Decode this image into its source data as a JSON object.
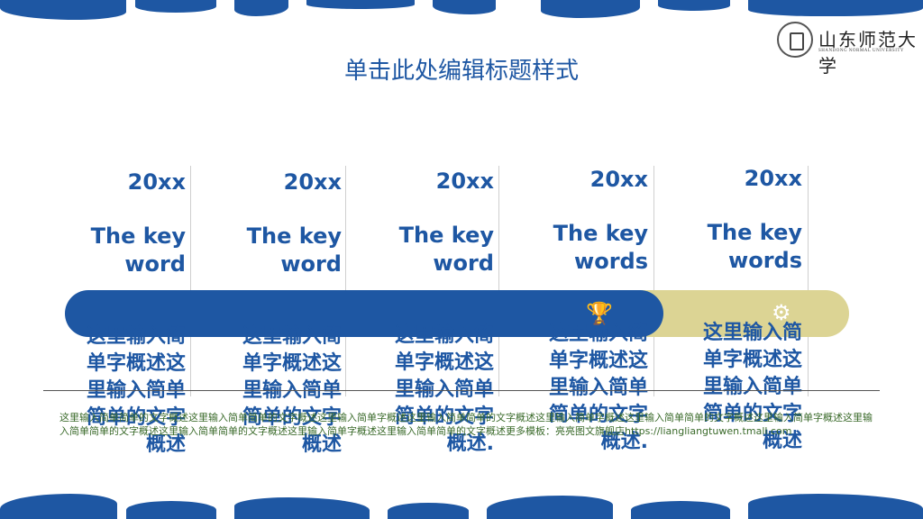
{
  "header": {
    "title": "单击此处编辑标题样式",
    "logo_cn": "山东师范大学",
    "logo_en": "SHANDONG NORMAL UNIVERSITY"
  },
  "timeline": [
    {
      "year": "20xx",
      "keyword": "The keyword",
      "desc": "这里输入简单字概述这里输入简单简单的文字概述"
    },
    {
      "year": "20xx",
      "keyword": "The keyword",
      "desc": "这里输入简单字概述这里输入简单简单的文字概述"
    },
    {
      "year": "20xx",
      "keyword": "The keyword",
      "desc": "这里输入简单字概述这里输入简单简单的文字概述."
    },
    {
      "year": "20xx",
      "keyword": "The keywords",
      "desc": "这里输入简单字概述这里输入简单简单的文字概述."
    },
    {
      "year": "20xx",
      "keyword": "The keywords",
      "desc": "这里输入简单字概述这里输入简单简单的文字概述"
    }
  ],
  "icons": {
    "trophy": "trophy-icon",
    "gear": "gear-icon"
  },
  "footer_text": "这里输入简单简单的文字概述这里输入简单简单的文字概述这里输入简单字概述这里输入简单简单的文字概述这里输入简单字概述这里输入简单简单的文字概述这里输入简单字概述这里输入简单简单的文字概述这里输入简单简单的文字概述这里输入简单字概述这里输入简单简单的文字概述更多模板：亮亮图文旗舰店https://liangliangtuwen.tmall.com",
  "colors": {
    "primary": "#1e57a3",
    "accent": "#dcd494"
  }
}
